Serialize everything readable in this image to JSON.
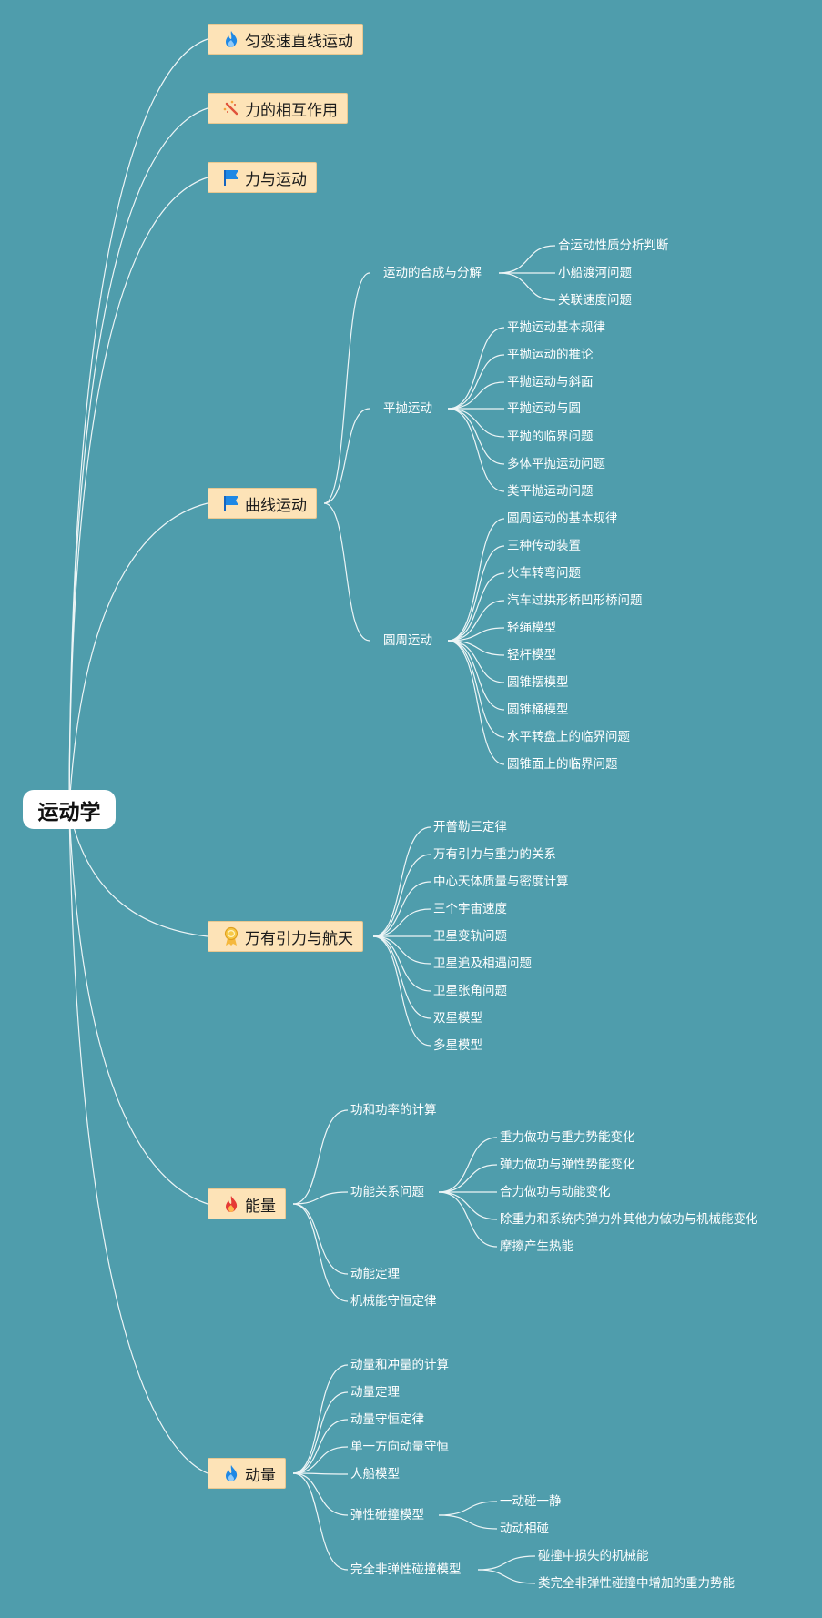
{
  "root": {
    "label": "运动学"
  },
  "branches": {
    "b1": {
      "label": "匀变速直线运动",
      "icon": "flame-blue-icon"
    },
    "b2": {
      "label": "力的相互作用",
      "icon": "magic-wand-icon"
    },
    "b3": {
      "label": "力与运动",
      "icon": "flag-blue-icon"
    },
    "b4": {
      "label": "曲线运动",
      "icon": "flag-blue-icon",
      "s1": {
        "label": "运动的合成与分解",
        "items": [
          "合运动性质分析判断",
          "小船渡河问题",
          "关联速度问题"
        ]
      },
      "s2": {
        "label": "平抛运动",
        "items": [
          "平抛运动基本规律",
          "平抛运动的推论",
          "平抛运动与斜面",
          "平抛运动与圆",
          "平抛的临界问题",
          "多体平抛运动问题",
          "类平抛运动问题"
        ]
      },
      "s3": {
        "label": "圆周运动",
        "items": [
          "圆周运动的基本规律",
          "三种传动装置",
          "火车转弯问题",
          "汽车过拱形桥凹形桥问题",
          "轻绳模型",
          "轻杆模型",
          "圆锥摆模型",
          "圆锥桶模型",
          "水平转盘上的临界问题",
          "圆锥面上的临界问题"
        ]
      }
    },
    "b5": {
      "label": "万有引力与航天",
      "icon": "medal-icon",
      "items": [
        "开普勒三定律",
        "万有引力与重力的关系",
        "中心天体质量与密度计算",
        "三个宇宙速度",
        "卫星变轨问题",
        "卫星追及相遇问题",
        "卫星张角问题",
        "双星模型",
        "多星模型"
      ]
    },
    "b6": {
      "label": "能量",
      "icon": "flame-red-icon",
      "s1": {
        "label": "功和功率的计算"
      },
      "s2": {
        "label": "功能关系问题",
        "items": [
          "重力做功与重力势能变化",
          "弹力做功与弹性势能变化",
          "合力做功与动能变化",
          "除重力和系统内弹力外其他力做功与机械能变化",
          "摩擦产生热能"
        ]
      },
      "s3": {
        "label": "动能定理"
      },
      "s4": {
        "label": "机械能守恒定律"
      }
    },
    "b7": {
      "label": "动量",
      "icon": "flame-blue-icon",
      "s1": {
        "label": "动量和冲量的计算"
      },
      "s2": {
        "label": "动量定理"
      },
      "s3": {
        "label": "动量守恒定律"
      },
      "s4": {
        "label": "单一方向动量守恒"
      },
      "s5": {
        "label": "人船模型"
      },
      "s6": {
        "label": "弹性碰撞模型",
        "items": [
          "一动碰一静",
          "动动相碰"
        ]
      },
      "s7": {
        "label": "完全非弹性碰撞模型",
        "items": [
          "碰撞中损失的机械能",
          "类完全非弹性碰撞中增加的重力势能"
        ]
      }
    }
  },
  "colors": {
    "background": "#4f9dac",
    "branch_fill": "#fde3b7",
    "connector": "#ffffff"
  }
}
